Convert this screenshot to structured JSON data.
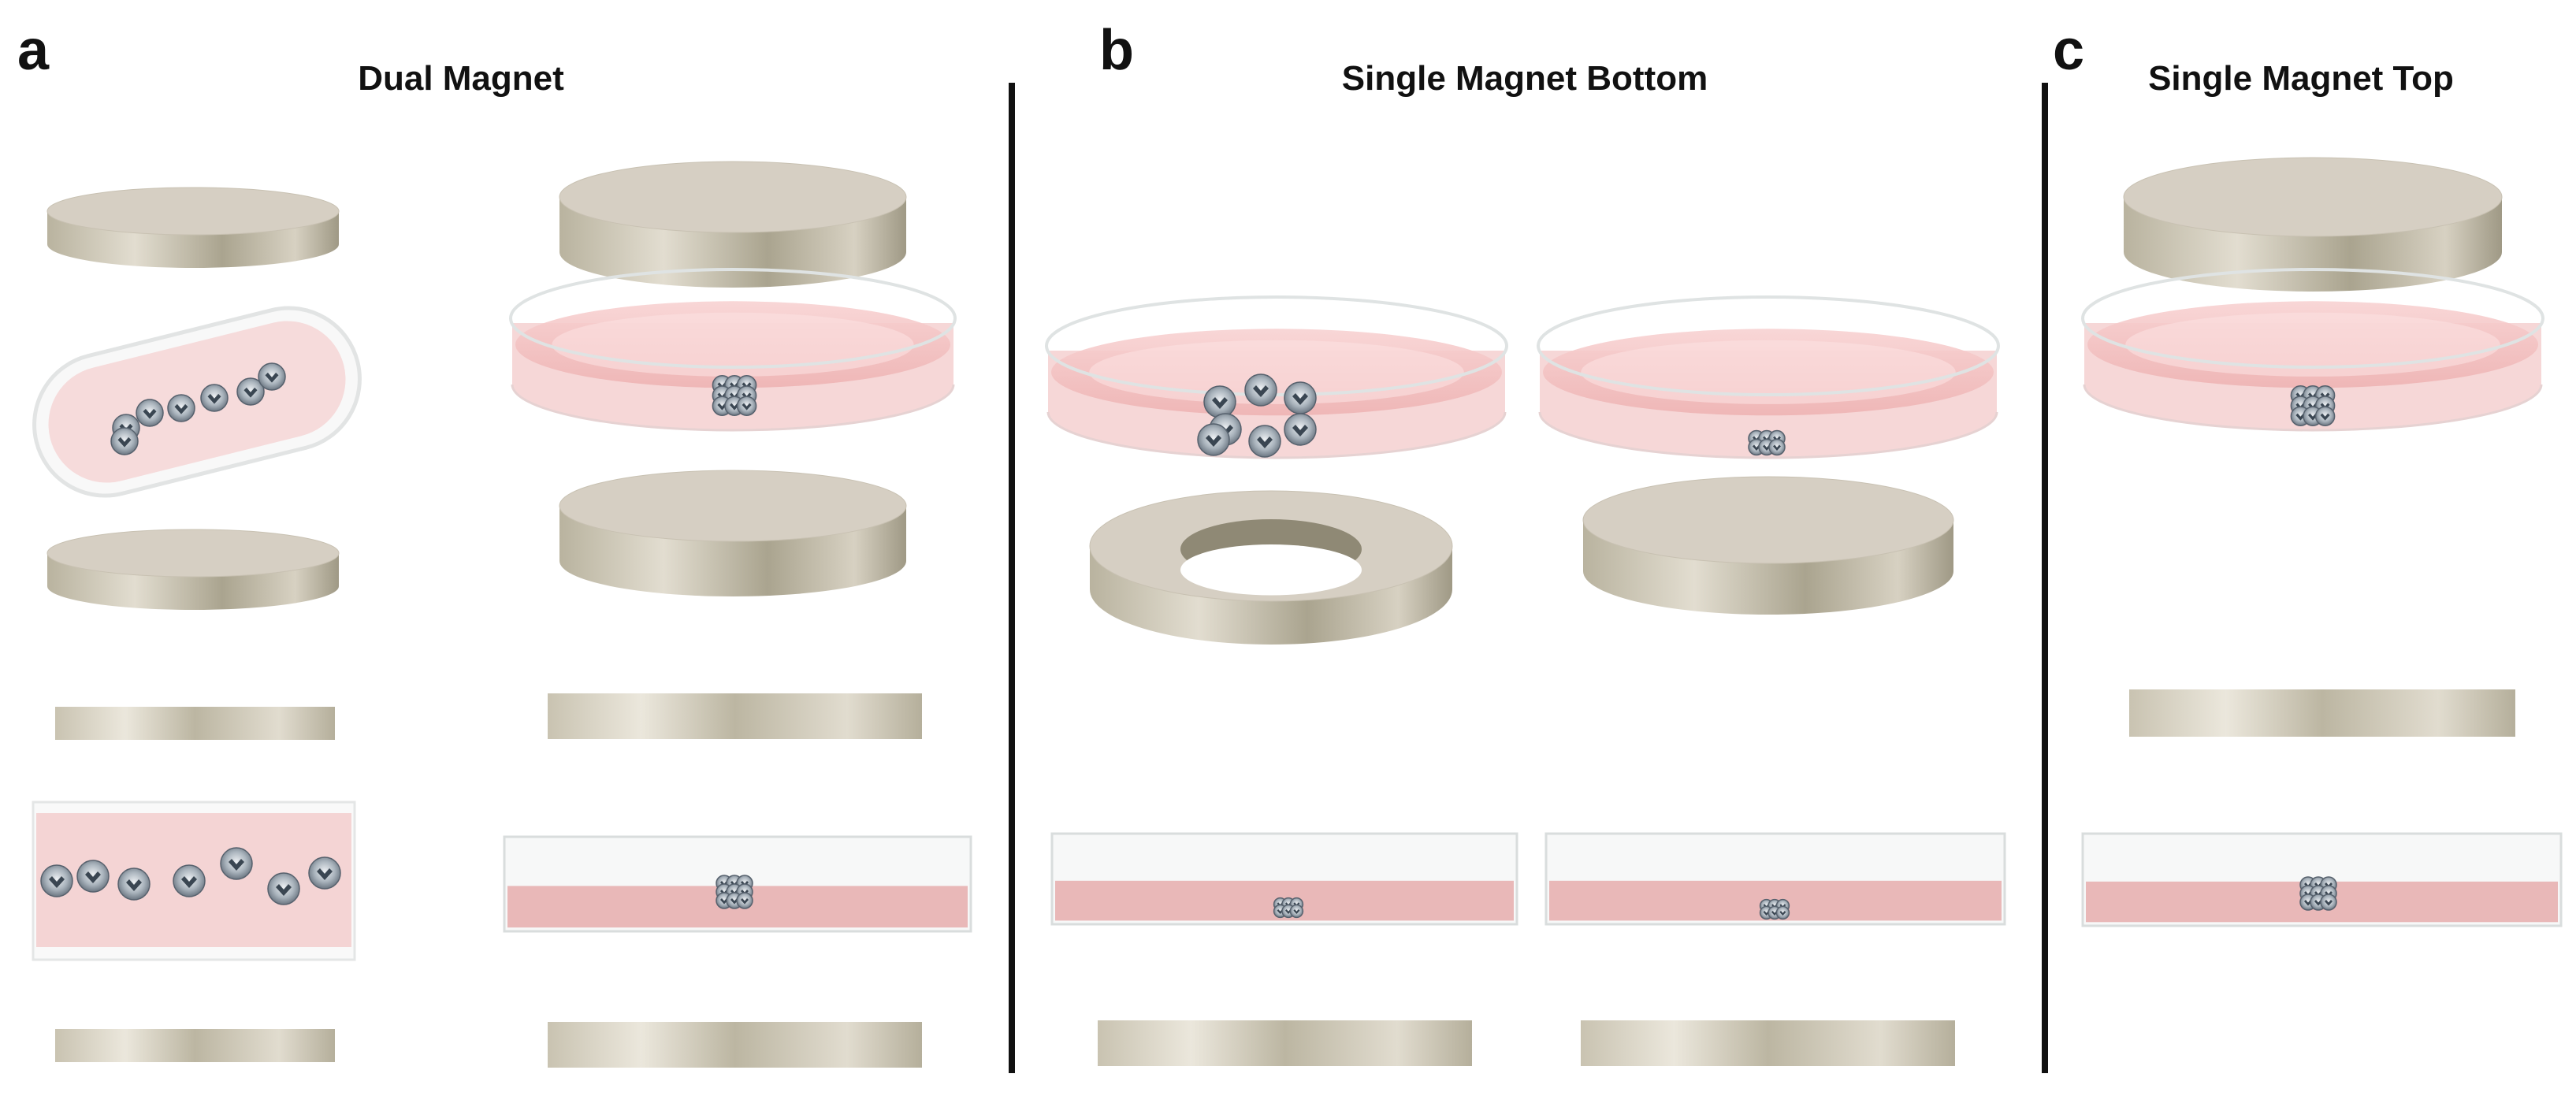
{
  "panels": [
    {
      "letter": "a",
      "title": "Dual Magnet"
    },
    {
      "letter": "b",
      "title": "Single Magnet Bottom"
    },
    {
      "letter": "c",
      "title": "Single Magnet Top"
    }
  ],
  "colors": {
    "magnet_top": "#d6cfc3",
    "magnet_side_dark": "#a59f8c",
    "magnet_side_light": "#ddd8cc",
    "medium": "#f2b8b8",
    "medium_light": "#fbe1e1",
    "glass": "#e9ecec",
    "cell_dark": "#3a4652",
    "cell_light": "#b9c1c8",
    "divider": "#111111"
  }
}
